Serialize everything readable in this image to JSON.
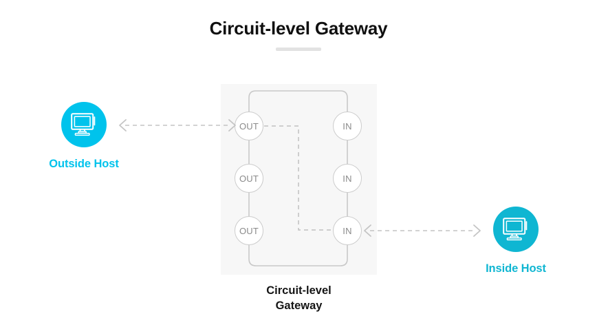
{
  "title": "Circuit-level Gateway",
  "colors": {
    "background": "#ffffff",
    "title_text": "#101010",
    "divider": "#e2e2e2",
    "outside_host_accent": "#00c3ec",
    "inside_host_accent": "#0fb6d2",
    "panel_background": "#f7f7f7",
    "line_gray": "#c8c8c8",
    "node_text": "#8a8a8a",
    "arrow_gray": "#c4c4c4"
  },
  "hosts": {
    "outside": {
      "label": "Outside Host",
      "icon": "desktop-monitor-icon",
      "color": "#00c3ec"
    },
    "inside": {
      "label": "Inside Host",
      "icon": "desktop-monitor-icon",
      "color": "#0fb6d2"
    }
  },
  "gateway": {
    "caption_line1": "Circuit-level",
    "caption_line2": "Gateway",
    "out_nodes": [
      {
        "label": "OUT"
      },
      {
        "label": "OUT"
      },
      {
        "label": "OUT"
      }
    ],
    "in_nodes": [
      {
        "label": "IN"
      },
      {
        "label": "IN"
      },
      {
        "label": "IN"
      }
    ]
  },
  "connections": {
    "left_arrow": {
      "name": "outside-host-to-gateway-arrow",
      "style": "dashed",
      "heads": "both"
    },
    "right_arrow": {
      "name": "gateway-to-inside-host-arrow",
      "style": "dashed",
      "heads": "both"
    },
    "internal_circuit": {
      "name": "internal-circuit-path",
      "style": "dashed",
      "from": "OUT",
      "to": "IN"
    }
  }
}
